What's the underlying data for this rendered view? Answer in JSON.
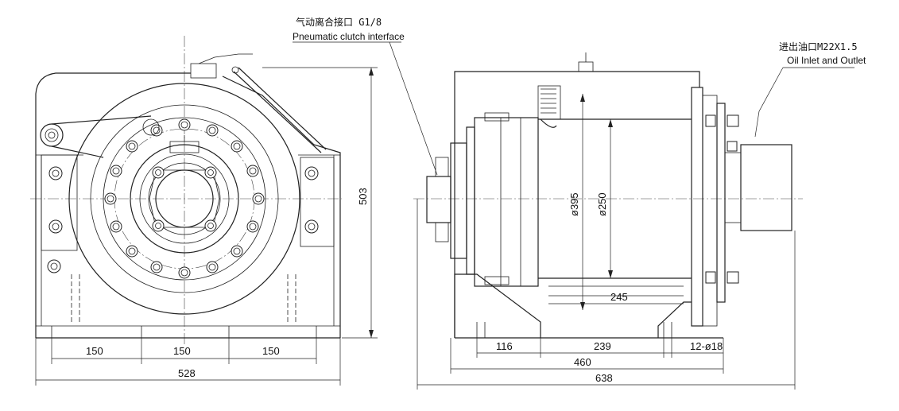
{
  "labels": {
    "pneumatic_cn": "气动离合接口 G1/8",
    "pneumatic_en": "Pneumatic clutch interface",
    "oil_cn": "进出油口M22X1.5",
    "oil_en": "Oil Inlet and Outlet"
  },
  "dimensions": {
    "height": "503",
    "bolt_spacing_1": "150",
    "bolt_spacing_2": "150",
    "bolt_spacing_3": "150",
    "front_width": "528",
    "drum_flange_dia": "ø395",
    "drum_dia": "ø250",
    "drum_length": "245",
    "base_left": "116",
    "base_mid": "239",
    "holes": "12-ø18",
    "base_total": "460",
    "overall_length": "638"
  }
}
